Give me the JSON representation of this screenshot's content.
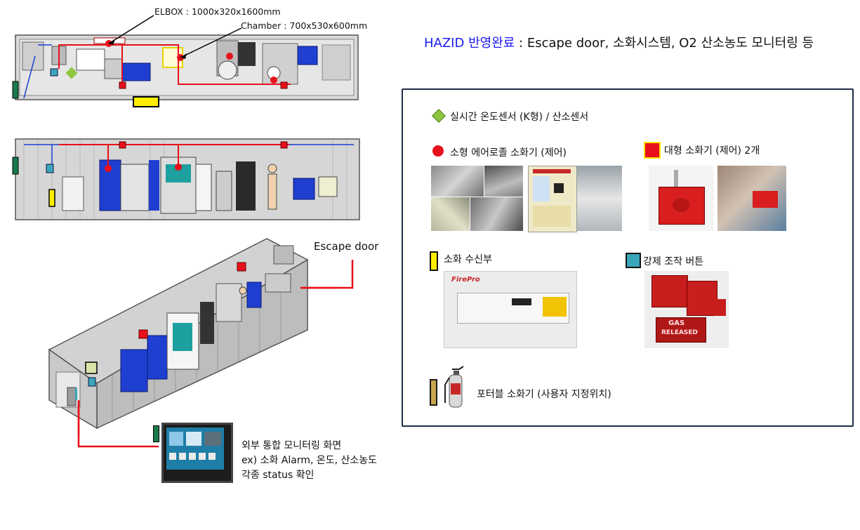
{
  "header": {
    "hazid_highlight": "HAZID 반영완료",
    "hazid_rest": " : Escape door, 소화시스템, O2 산소농도 모니터링 등"
  },
  "annotations": {
    "elbox": "ELBOX : 1000x320x1600mm",
    "chamber": "Chamber : 700x530x600mm",
    "escape_door": "Escape door"
  },
  "monitor_caption": {
    "line1": "외부 통합 모니터링 화면",
    "line2": "ex) 소화 Alarm, 온도, 산소농도",
    "line3": "각종 status 확인"
  },
  "legend": {
    "temp_sensor": "실시간 온도센서 (K형) / 산소센서",
    "small_extinguisher": "소형 에어로졸 소화기 (제어)",
    "large_extinguisher": "대형 소화기 (제어) 2개",
    "receiver": "소화 수신부",
    "manual_button": "강제 조작 버튼",
    "portable_extinguisher": "포터블 소화기 (사용자 지정위치)"
  },
  "photo_labels": {
    "firepro_brand": "FirePro",
    "gas_released_1": "GAS",
    "gas_released_2": "RELEASED"
  },
  "colors": {
    "sensor_green": "#8dc63f",
    "red_marker": "#e8101a",
    "yellow_marker": "#ffee00",
    "teal_button": "#3aa6b9",
    "highlight_blue": "#1a1aee",
    "frame_navy": "#1f2d4a"
  }
}
